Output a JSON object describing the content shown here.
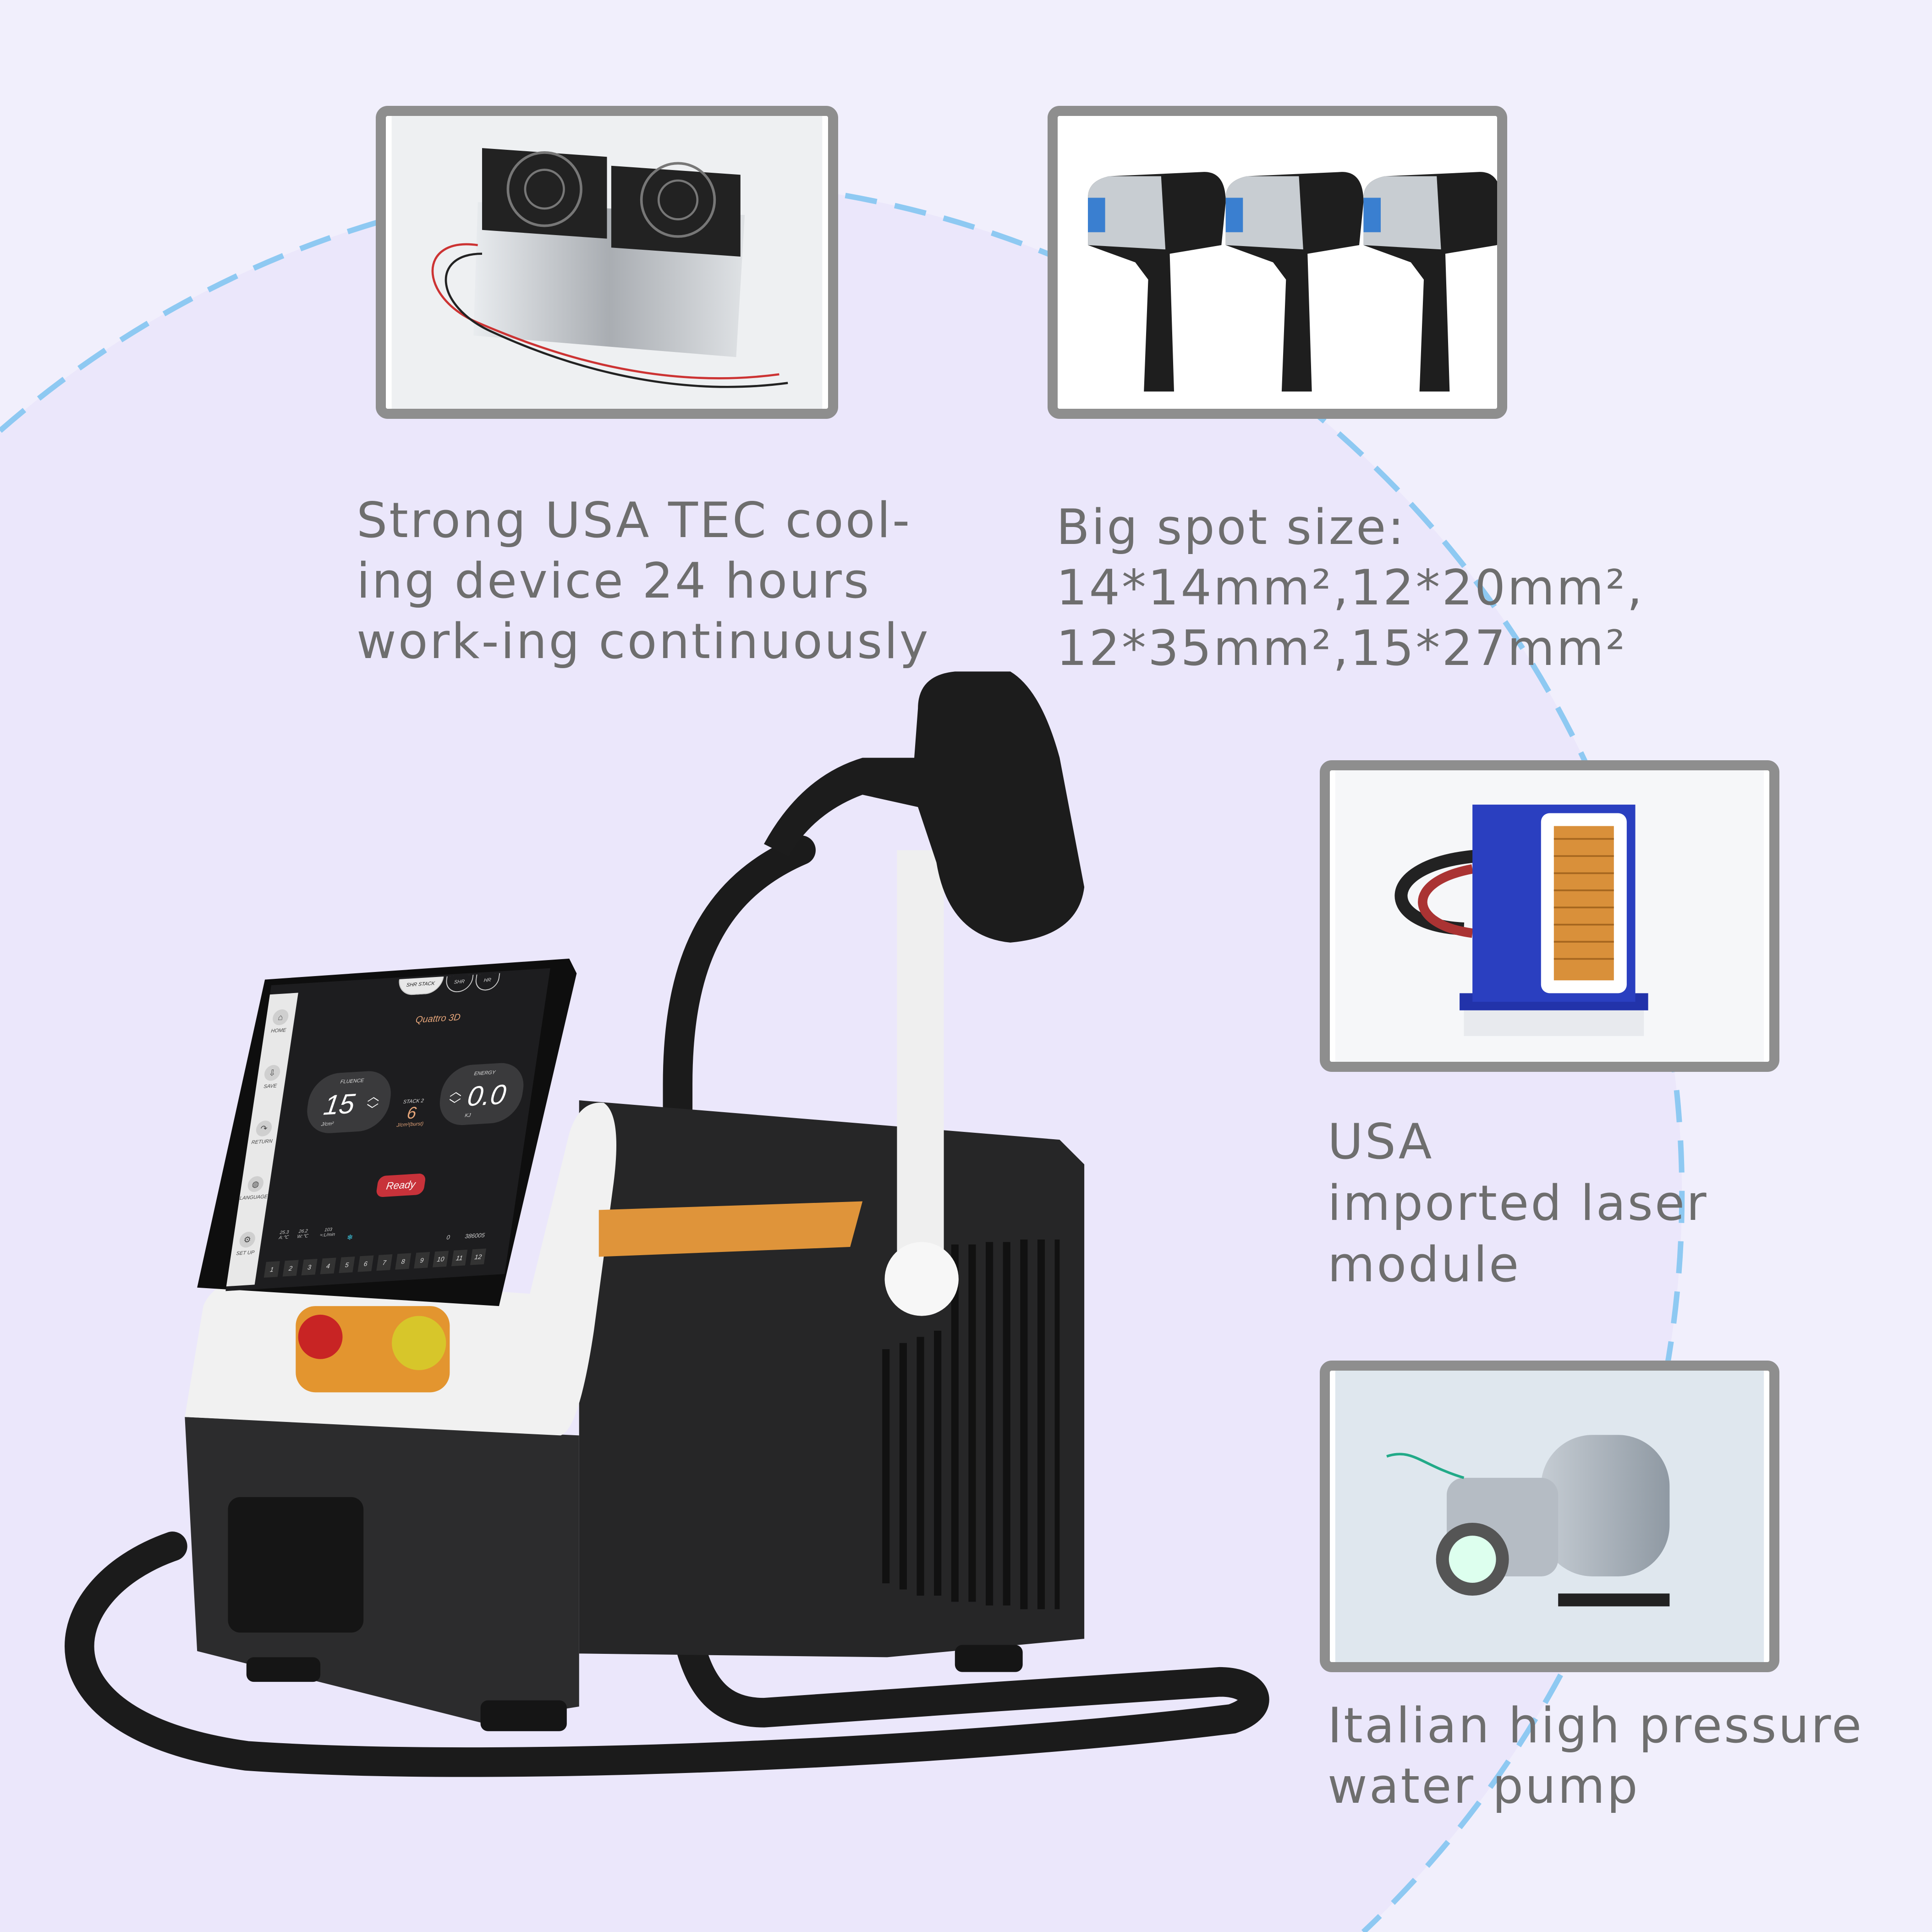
{
  "colors": {
    "background": "#f1effc",
    "circle_fill": "#ebe7fb",
    "dashed_circle": "#8ec9f2",
    "caption_text": "#6e6e6e",
    "frame": "#8e8e8e",
    "accent_orange": "#e0953a",
    "ready_red": "#c8323a"
  },
  "features": [
    {
      "image": "tec-cooling-device-photo",
      "caption_lines": [
        "Strong USA  TEC cool-",
        "ing device 24 hours",
        "work-ing continuously"
      ]
    },
    {
      "image": "handpieces-photo",
      "caption_lines": [
        "Big spot size:",
        "14*14mm²,12*20mm²,",
        "12*35mm²,15*27mm²"
      ]
    },
    {
      "image": "laser-module-photo",
      "caption_lines": [
        "USA",
        "imported laser",
        "module"
      ]
    },
    {
      "image": "water-pump-photo",
      "caption_lines": [
        "Italian high pressure",
        "water pump"
      ]
    }
  ],
  "device_screen": {
    "sidebar": [
      {
        "label": "HOME",
        "icon": "home-icon"
      },
      {
        "label": "SAVE",
        "icon": "save-icon"
      },
      {
        "label": "RETURN",
        "icon": "return-icon"
      },
      {
        "label": "LANGUAGE",
        "icon": "globe-icon"
      },
      {
        "label": "SET UP",
        "icon": "gear-icon"
      }
    ],
    "tabs": [
      "SHR STACK",
      "SHR",
      "HR"
    ],
    "active_tab": "SHR STACK",
    "title": "Quattro 3D",
    "fluence": {
      "label": "FLUENCE",
      "value": "15",
      "unit": "J/cm²"
    },
    "stack": {
      "label": "STACK 2",
      "value": "6",
      "unit": "J/cm²(burst)"
    },
    "energy": {
      "label": "ENERGY",
      "value": "0.0",
      "unit": "KJ"
    },
    "ready_label": "Ready",
    "status": {
      "air_temp": {
        "value": "25.3",
        "label": "A:℃"
      },
      "water_temp": {
        "value": "26.2",
        "label": "W:℃"
      },
      "flow": {
        "value": "103",
        "label": "≈:L/min"
      },
      "counter_a": "0",
      "counter_b": "386005"
    },
    "numbers": [
      "1",
      "2",
      "3",
      "4",
      "5",
      "6",
      "7",
      "8",
      "9",
      "10",
      "11",
      "12"
    ]
  }
}
